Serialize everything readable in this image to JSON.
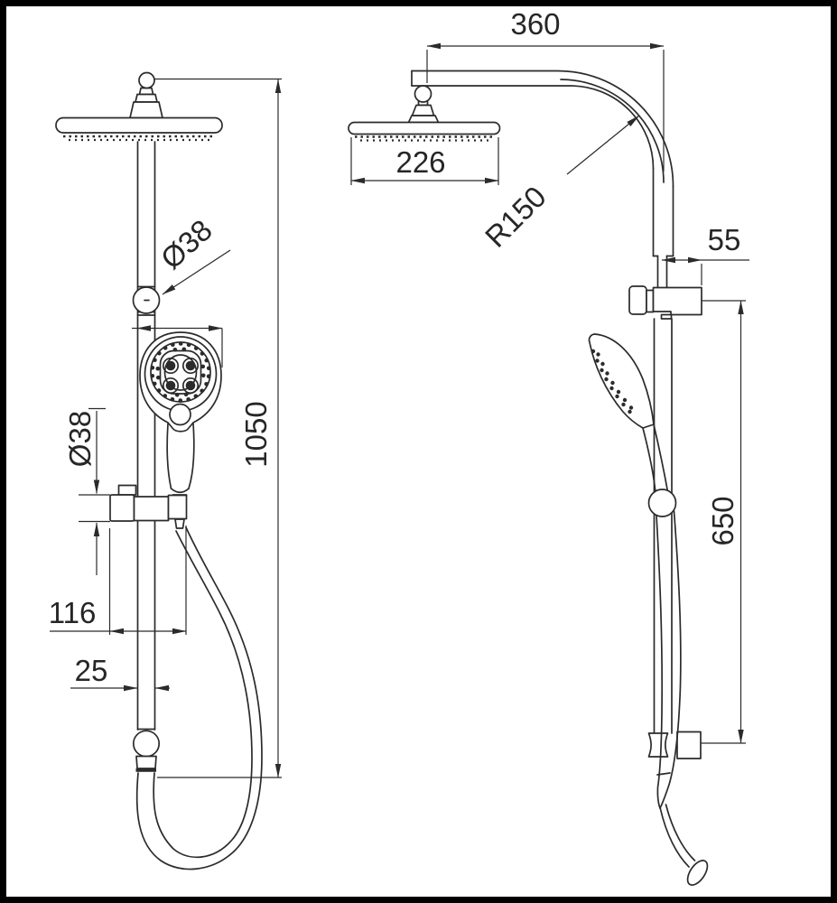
{
  "drawing": {
    "background": "#ffffff",
    "frame_color": "#000000",
    "line_color": "#2b2b2b",
    "text_color": "#262626",
    "labels": {
      "arm_reach": "360",
      "head_diameter": "226",
      "bend_radius": "R150",
      "bracket_offset": "55",
      "rail_length": "650",
      "overall_height": "1050",
      "upper_joint_diameter": "Ø38",
      "slider_diameter": "Ø38",
      "bracket_to_handle": "116",
      "pipe_diameter": "25"
    }
  }
}
